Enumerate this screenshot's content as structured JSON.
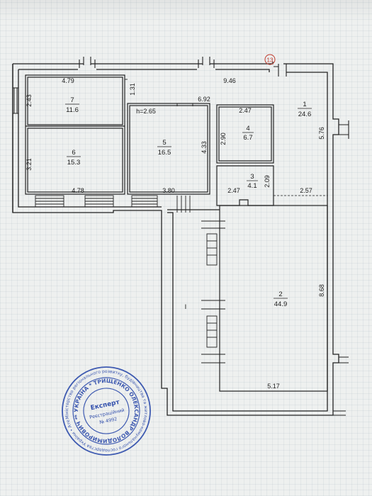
{
  "rooms": [
    {
      "number": "1",
      "area": "24.6"
    },
    {
      "number": "2",
      "area": "44.9"
    },
    {
      "number": "3",
      "area": "4.1"
    },
    {
      "number": "4",
      "area": "6.7"
    },
    {
      "number": "5",
      "area": "16.5"
    },
    {
      "number": "6",
      "area": "15.3"
    },
    {
      "number": "7",
      "area": "11.6"
    }
  ],
  "dimensions": {
    "d_479": "4.79",
    "d_946": "9.46",
    "d_131": "1.31",
    "d_243": "2.43",
    "d_692": "6.92",
    "d_247a": "2.47",
    "d_576": "5.76",
    "d_290": "2.90",
    "d_433": "4.33",
    "d_321": "3.21",
    "d_209": "2.09",
    "d_247b": "2.47",
    "d_257": "2.57",
    "d_478": "4.78",
    "d_380": "3.80",
    "d_868": "8.68",
    "d_517": "5.17"
  },
  "ceiling_height": "h=2.65",
  "axis_marker": "13",
  "section_label": "I",
  "stamp": {
    "title": "Експерт",
    "reg_label": "Реєстраційний",
    "reg_number": "№ 4992",
    "ring_text": "Міністерство регіонального розвитку, будівництва та житлово-комунального господарства України • Атестаційна архітектурно-будівельна комісія •",
    "inner_text": "* УКРАЇНА * ТРИЩЕНКО ОЛЕКСАНДР ВОЛОДИМИРОВИЧ *"
  },
  "colors": {
    "line": "#222222",
    "stamp": "#1f3fa6",
    "marker": "#c0392b"
  }
}
